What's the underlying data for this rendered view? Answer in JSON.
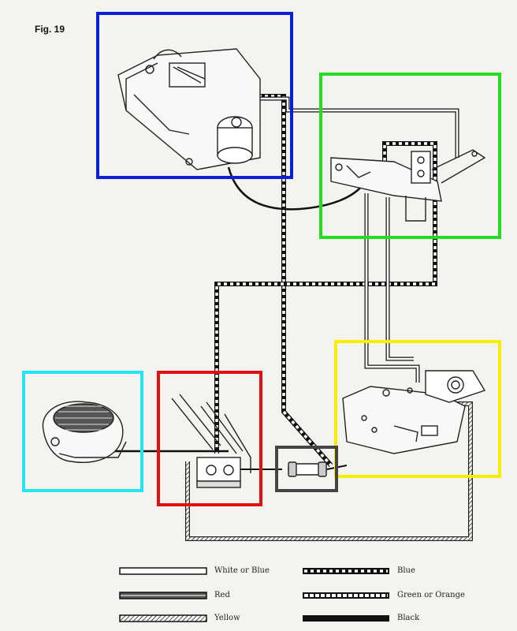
{
  "figure": {
    "label": "Fig. 19"
  },
  "highlight_colors": {
    "blue": "#0a1fd6",
    "green": "#22dd22",
    "yellow": "#f5f000",
    "cyan": "#22e6ee",
    "red": "#e01010",
    "gray": "#444444"
  },
  "components": [
    {
      "name": "upper-left-assembly",
      "highlight": "blue"
    },
    {
      "name": "upper-right-assembly",
      "highlight": "green"
    },
    {
      "name": "lower-right-assembly",
      "highlight": "yellow"
    },
    {
      "name": "round-grille-unit",
      "highlight": "cyan"
    },
    {
      "name": "terminal-block",
      "highlight": "red"
    },
    {
      "name": "fuse",
      "highlight": "gray"
    }
  ],
  "legend": [
    {
      "label": "White or Blue",
      "pattern": "white"
    },
    {
      "label": "Blue",
      "pattern": "blue-dashed"
    },
    {
      "label": "Red",
      "pattern": "red"
    },
    {
      "label": "Green or Orange",
      "pattern": "green-dashed"
    },
    {
      "label": "Yellow",
      "pattern": "yellow-hatched"
    },
    {
      "label": "Black",
      "pattern": "black"
    }
  ]
}
